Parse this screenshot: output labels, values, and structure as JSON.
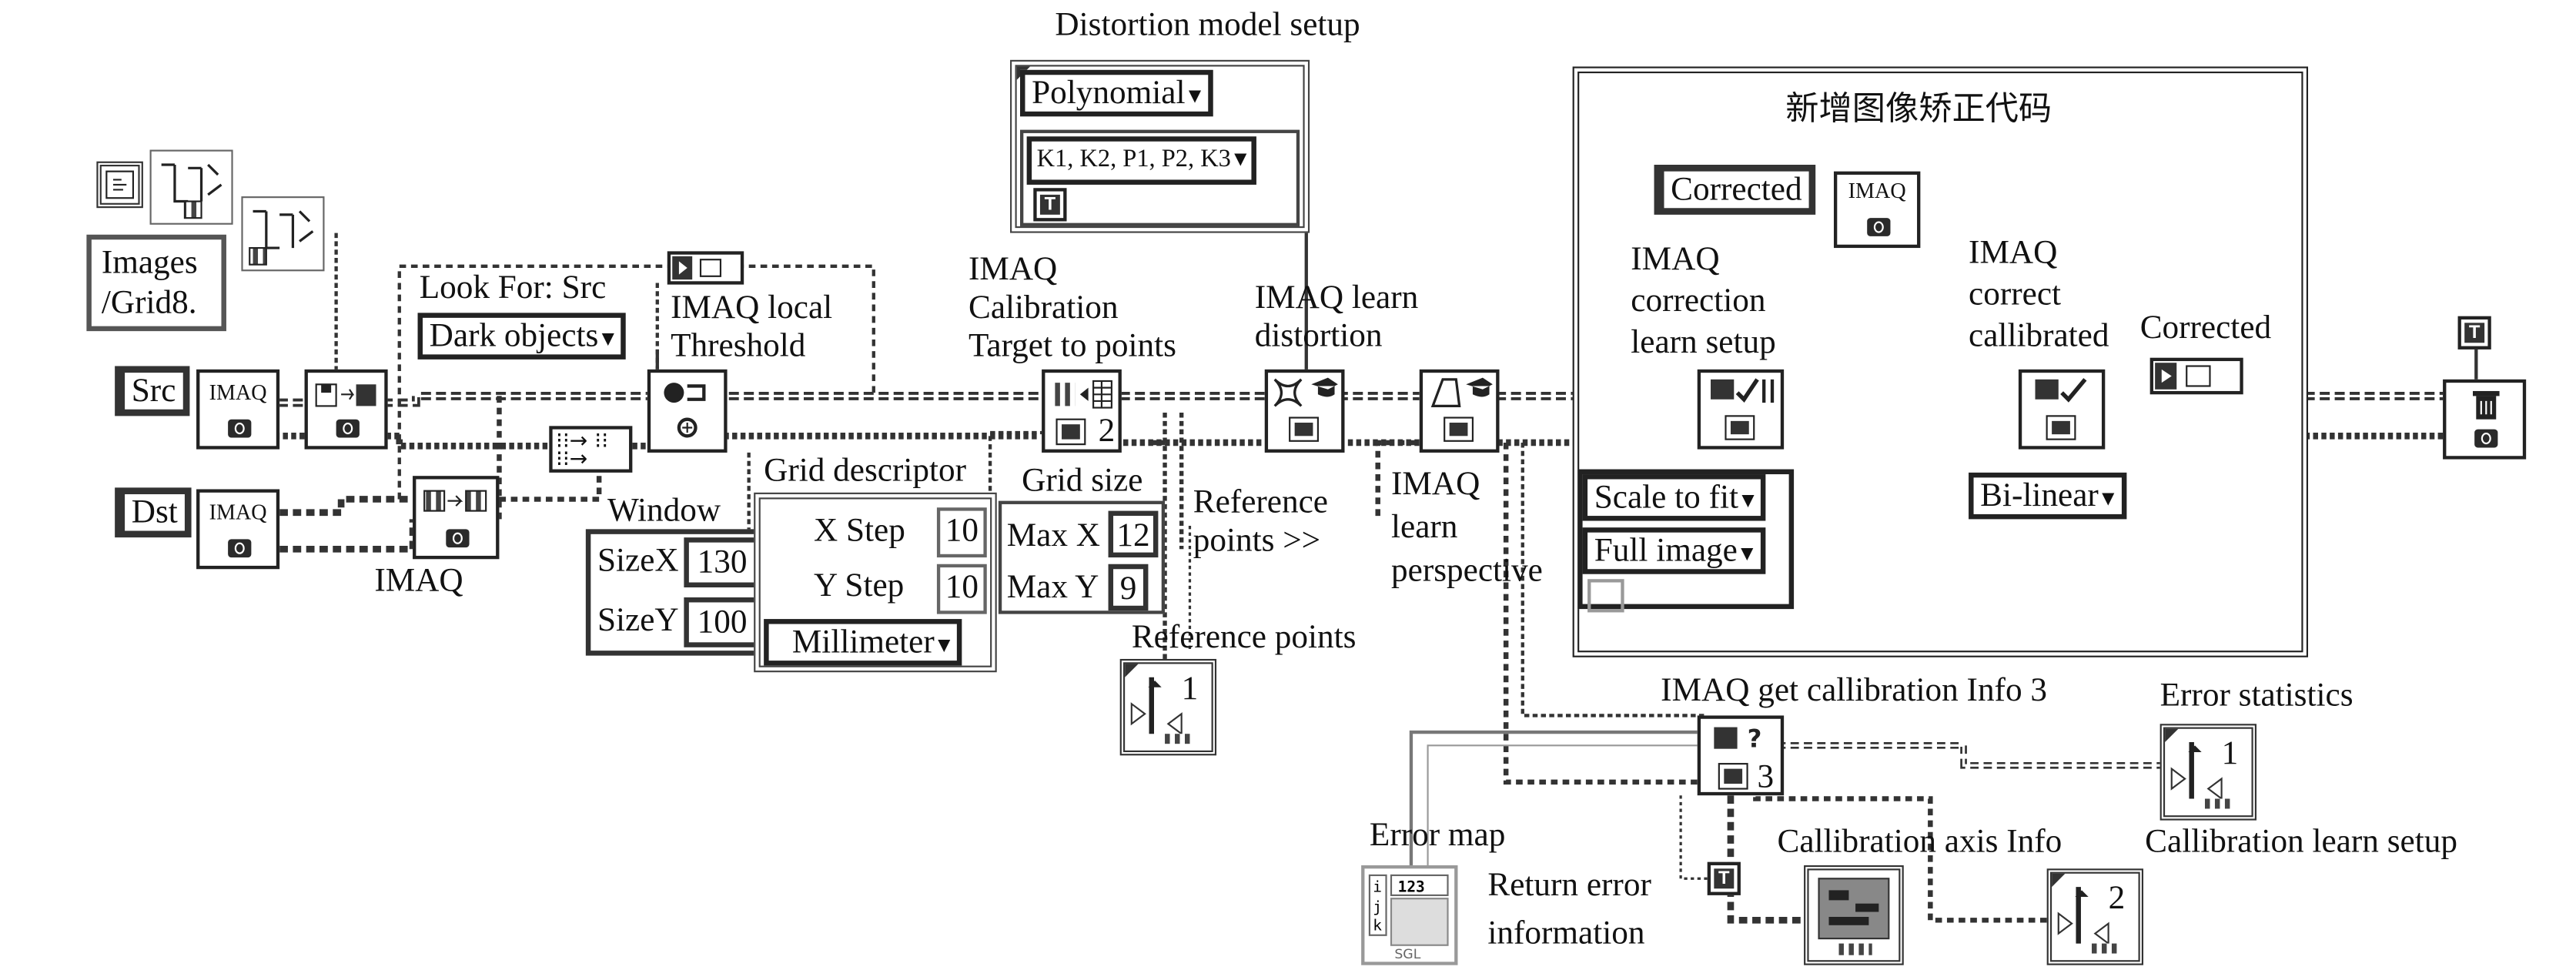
{
  "title": "Distortion model setup",
  "box_title": "新增图像矫正代码",
  "labels": {
    "images_grid": "Images\n/Grid8.",
    "src": "Src",
    "dst": "Dst",
    "imaq_small": "IMAQ",
    "imaq_below": "IMAQ",
    "look_for": "Look For: Src",
    "dark_objects": "Dark objects",
    "imaq_local_threshold": "IMAQ local\nThreshold",
    "window": "Window",
    "sizex": "SizeX",
    "sizex_val": "130",
    "sizey": "SizeY",
    "sizey_val": "100",
    "grid_descriptor": "Grid descriptor",
    "x_step": "X Step",
    "x_step_val": "10",
    "y_step": "Y Step",
    "y_step_val": "10",
    "millimeter": "Millimeter",
    "grid_size": "Grid size",
    "max_x": "Max X",
    "max_x_val": "12",
    "max_y": "Max Y",
    "max_y_val": "9",
    "calib_target": "IMAQ\nCalibration\nTarget to points",
    "polynomial": "Polynomial",
    "k_coeffs": "K1, K2, P1, P2, K3",
    "learn_distortion": "IMAQ learn\ndistortion",
    "reference_points_arrow": "Reference\npoints >>",
    "reference_points": "Reference points",
    "learn_perspective": "IMAQ\nlearn\nperspective",
    "corrected_const": "Corrected",
    "correction_learn_setup": "IMAQ\ncorrection\nlearn setup",
    "scale_to_fit": "Scale to fit",
    "full_image": "Full image",
    "correct_calibrated": "IMAQ\ncorrect\ncallibrated",
    "corrected_indicator": "Corrected",
    "bilinear": "Bi-linear",
    "get_calib_info": "IMAQ get callibration Info 3",
    "error_statistics": "Error statistics",
    "error_map": "Error map",
    "return_error": "Return error\ninformation",
    "calib_axis_info": "Callibration axis Info",
    "calib_learn_setup": "Callibration learn setup",
    "num_2": "2",
    "num_3": "3",
    "num_1": "1"
  }
}
